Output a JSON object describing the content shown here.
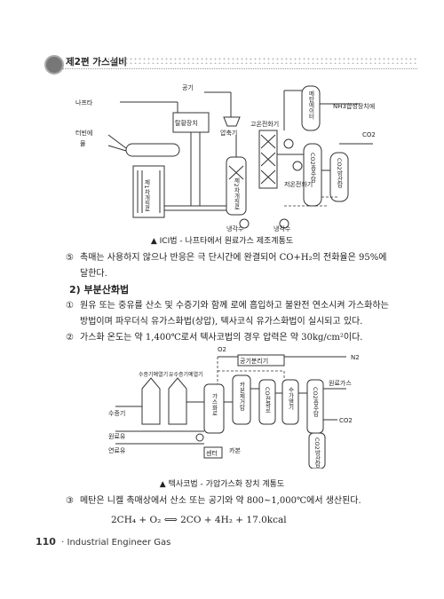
{
  "header": {
    "title": "제2편 가스설비"
  },
  "diagram1": {
    "labels": {
      "naphtha": "나프타",
      "air": "공기",
      "desulfurizer": "탈황장치",
      "compressor": "압축기",
      "burner_oil": "터빈에",
      "water": "물",
      "primary_reformer": "제1차개질로",
      "secondary_reformer": "제2차개질로",
      "high_temp_converter": "고온전화기",
      "low_temp_converter": "저온전화기",
      "co2_absorber": "CO2흡수탑",
      "co2_stripper": "CO2방산탑",
      "methanator": "메탄에이터",
      "nh3_plant": "NH3합성장치에",
      "co2": "CO2",
      "cooling_water_1": "냉각수",
      "cooling_water_2": "냉각수"
    },
    "caption": "▲ ICI법 - 나프타에서 원료가스 제조계통도"
  },
  "para5": {
    "num": "⑤",
    "text": "촉매는 사용하지 않으나 반응은 극 단시간에 완결되어 CO+H₂의 전화율은 95%에 달한다."
  },
  "section2": {
    "title": "2) 부분산화법"
  },
  "para1": {
    "num": "①",
    "text": "원유 또는 중유를 산소 및 수증기와 함께 로에 흡입하고 불완전 연소시켜 가스화하는 방법이며 파우더식 유가스화법(상압), 텍사코식 유가스화법이 실시되고 있다."
  },
  "para2": {
    "num": "②",
    "text": "가스화 온도는 약 1,400℃로서 텍사코법의 경우 압력은 약 30kg/cm²이다."
  },
  "diagram2": {
    "labels": {
      "o2": "O2",
      "air_separator": "공기분리기",
      "n2": "N2",
      "steam_preheater": "수증기예열기",
      "oil_steam_preheater": "유수증기예열기",
      "gasifier": "가스화로",
      "waste_heat_boiler": "카본제거탑",
      "co_converter": "CO전화로",
      "saturator": "수가열기",
      "co2_absorber": "CO2흡수탑",
      "co2_stripper": "CO2방산탑",
      "steam": "수증기",
      "crude_oil": "원료유",
      "fuel_oil": "연료유",
      "separator": "센터",
      "carbon": "카본",
      "raw_gas": "원료가스",
      "co2": "CO2"
    },
    "caption": "▲ 텍사코법 - 가압가스화 장치 계통도"
  },
  "para3": {
    "num": "③",
    "text": "메탄은 니켈 촉매상에서 산소 또는 공기와 약 800~1,000℃에서 생산된다."
  },
  "formula": {
    "text": "2CH₄ + O₂ ⟺ 2CO + 4H₂ + 17.0kcal"
  },
  "footer": {
    "page": "110",
    "text": "· Industrial Engineer Gas"
  }
}
